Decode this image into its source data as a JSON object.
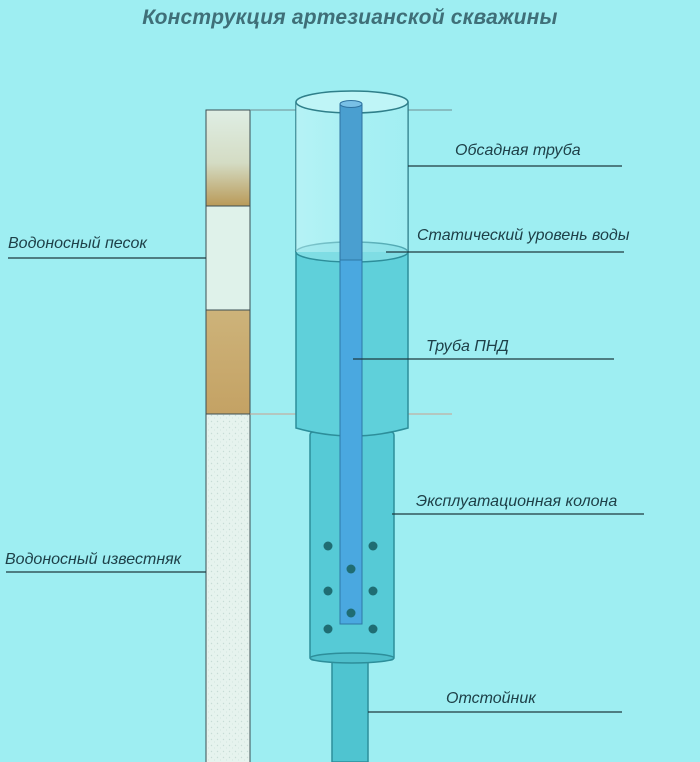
{
  "title": "Конструкция артезианской скважины",
  "labels": {
    "casing_pipe": "Обсадная труба",
    "static_water_level": "Статический уровень воды",
    "hdpe_pipe": "Труба ПНД",
    "production_column": "Эксплуатационная колона",
    "settling_tank": "Отстойник",
    "aquifer_sand": "Водоносный песок",
    "aquifer_limestone": "Водоносный известняк"
  },
  "colors": {
    "background": "#9eeef2",
    "water": "#5cced9",
    "pipe": "#4aa3d6",
    "sand": "#c9b57a",
    "limestone": "#e8f4ef",
    "leader_line": "#1e3a40"
  }
}
